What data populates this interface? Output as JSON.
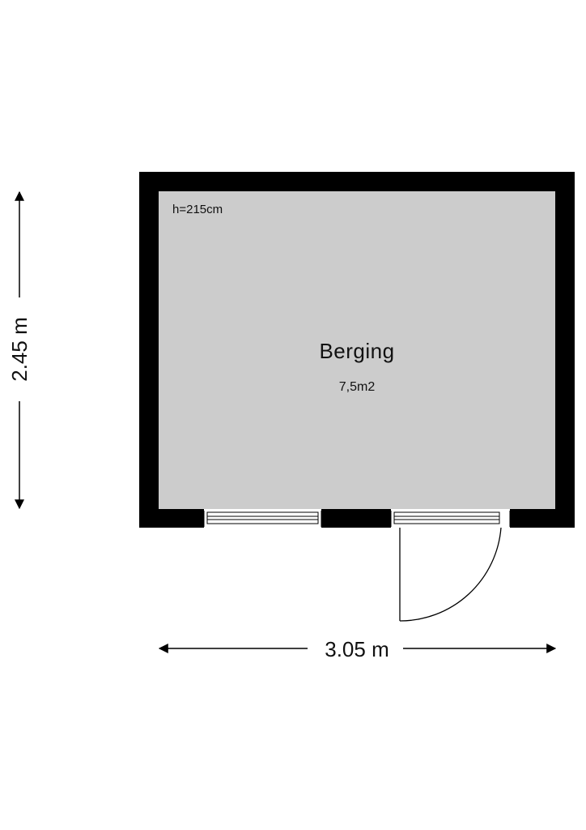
{
  "floorplan": {
    "room": {
      "name": "Berging",
      "area": "7,5m2",
      "height": "h=215cm"
    },
    "dimensions": {
      "width": "3.05 m",
      "depth": "2.45 m"
    }
  },
  "colors": {
    "wall": "#000000",
    "floor": "#cccccc",
    "line": "#000000",
    "background": "#ffffff"
  }
}
